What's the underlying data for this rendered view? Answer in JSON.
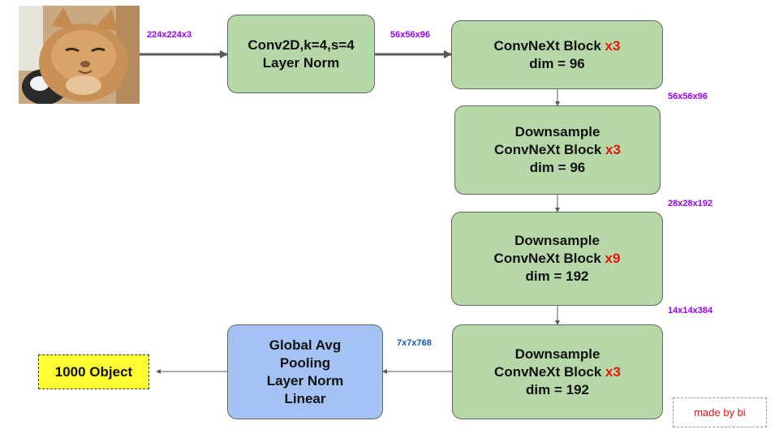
{
  "stem": {
    "line1": "Conv2D,k=4,s=4",
    "line2": "Layer Norm"
  },
  "stage1": {
    "block_label": "ConvNeXt Block",
    "multiplier": "x3",
    "dim": "dim = 96"
  },
  "stage2": {
    "downsample": "Downsample",
    "block_label": "ConvNeXt Block",
    "multiplier": "x3",
    "dim": "dim = 96"
  },
  "stage3": {
    "downsample": "Downsample",
    "block_label": "ConvNeXt Block",
    "multiplier": "x9",
    "dim": "dim = 192"
  },
  "stage4": {
    "downsample": "Downsample",
    "block_label": "ConvNeXt Block",
    "multiplier": "x3",
    "dim": "dim = 192"
  },
  "head": {
    "line1": "Global Avg",
    "line2": "Pooling",
    "line3": "Layer Norm",
    "line4": "Linear"
  },
  "output": {
    "label": "1000 Object"
  },
  "shapes": {
    "input": "224x224x3",
    "after_stem": "56x56x96",
    "after_stage1": "56x56x96",
    "after_stage2": "28x28x192",
    "after_stage3": "14x14x384",
    "after_stage4": "7x7x768"
  },
  "credit": "made by bi",
  "colors": {
    "block_green": "#b6d7a8",
    "head_blue": "#a4c2f4",
    "multiplier_red": "#e8120c",
    "shape_purple": "#9900ff",
    "shape_blue": "#1155cc",
    "output_yellow": "#ffff33"
  }
}
